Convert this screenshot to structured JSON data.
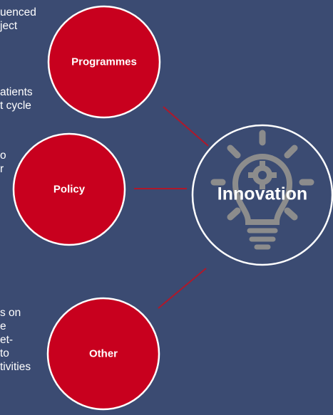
{
  "background_text": {
    "block1": "uenced\nject",
    "block2": "atients\nt cycle",
    "block3": "o\nr",
    "block4": "s on\ne\net-\nto\ntivities"
  },
  "nodes": {
    "programmes": "Programmes",
    "policy": "Policy",
    "other": "Other",
    "center": "Innovation"
  },
  "colors": {
    "background": "#3b4b72",
    "node_fill": "#c8001e",
    "center_fill": "#3b4b72",
    "stroke": "#ffffff",
    "connector": "#b0182a",
    "icon": "#8c8c8c"
  },
  "icons": {
    "center_icon": "lightbulb-gear-icon"
  }
}
